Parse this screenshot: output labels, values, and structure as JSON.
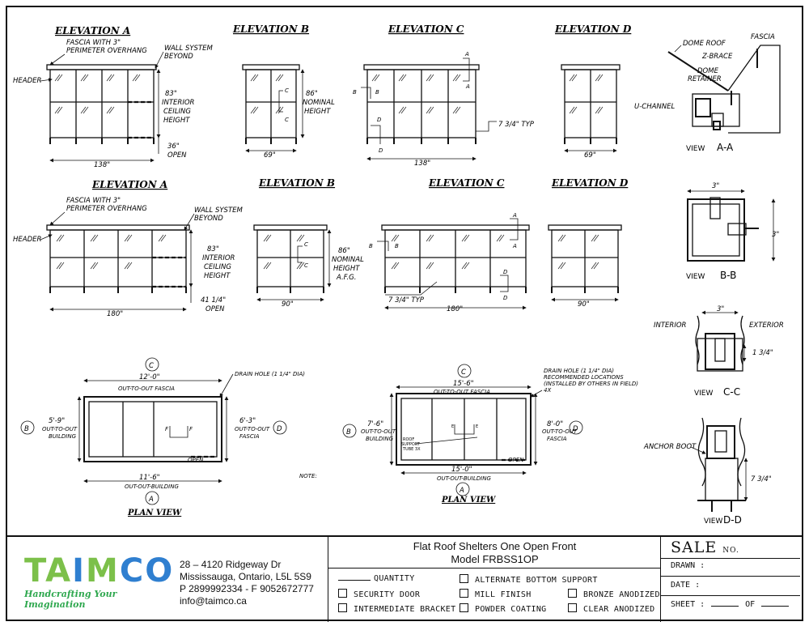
{
  "drawing": {
    "top": {
      "elev_a": {
        "title": "ELEVATION A",
        "fascia": "FASCIA WITH 3\"",
        "overhang": "PERIMETER OVERHANG",
        "wall1": "WALL SYSTEM",
        "wall2": "BEYOND",
        "header": "HEADER",
        "h1": "83\"",
        "h2": "INTERIOR",
        "h3": "CEILING",
        "h4": "HEIGHT",
        "open_dim": "36\"",
        "open": "OPEN",
        "width": "138\""
      },
      "elev_b": {
        "title": "ELEVATION B",
        "n1": "86\"",
        "n2": "NOMINAL",
        "n3": "HEIGHT",
        "c": "C",
        "width": "69\""
      },
      "elev_c": {
        "title": "ELEVATION C",
        "a": "A",
        "b": "B",
        "d": "D",
        "typ": "7 3/4\" TYP",
        "width": "138\""
      },
      "elev_d": {
        "title": "ELEVATION D",
        "width": "69\""
      }
    },
    "bottom": {
      "elev_a": {
        "title": "ELEVATION A",
        "fascia": "FASCIA WITH 3\"",
        "overhang": "PERIMETER OVERHANG",
        "wall1": "WALL SYSTEM",
        "wall2": "BEYOND",
        "header": "HEADER",
        "h1": "83\"",
        "h2": "INTERIOR",
        "h3": "CEILING",
        "h4": "HEIGHT",
        "open_dim": "41 1/4\"",
        "open": "OPEN",
        "width": "180\""
      },
      "elev_b": {
        "title": "ELEVATION B",
        "n1": "86\"",
        "n2": "NOMINAL",
        "n3": "HEIGHT",
        "n4": "A.F.G.",
        "c": "C",
        "width": "90\""
      },
      "elev_c": {
        "title": "ELEVATION C",
        "a": "A",
        "b": "B",
        "d": "D",
        "typ": "7 3/4\" TYP",
        "width": "180\""
      },
      "elev_d": {
        "title": "ELEVATION D",
        "width": "90\""
      }
    },
    "views": {
      "aa": {
        "dome_roof": "DOME ROOF",
        "fascia": "FASCIA",
        "zbrace": "Z-BRACE",
        "dome": "DOME",
        "retainer": "RETAINER",
        "uchannel": "U-CHANNEL",
        "view": "VIEW",
        "label": "A-A"
      },
      "bb": {
        "dim1": "3\"",
        "dim2": "3\"",
        "view": "VIEW",
        "label": "B-B"
      },
      "cc": {
        "dim": "3\"",
        "interior": "INTERIOR",
        "exterior": "EXTERIOR",
        "d2": "1 3/4\"",
        "view": "VIEW",
        "label": "C-C"
      },
      "dd": {
        "anchor": "ANCHOR BOOT",
        "dim": "7 3/4\"",
        "view": "VIEW",
        "label": "D-D"
      }
    },
    "plan1": {
      "c": "C",
      "top1": "12'-0\"",
      "top2": "OUT-TO-OUT FASCIA",
      "drain": "DRAIN HOLE (1 1/4\" DIA)",
      "left1": "5'-9\"",
      "left2": "OUT-TO-OUT",
      "left3": "BUILDING",
      "b": "B",
      "right1": "6'-3\"",
      "right2": "OUT-TO-OUT",
      "right3": "FASCIA",
      "d": "D",
      "f": "F",
      "open": "OPEN",
      "bot1": "11'-6\"",
      "bot2": "OUT-OUT-BUILDING",
      "a": "A",
      "title": "PLAN VIEW",
      "note": "NOTE:"
    },
    "plan2": {
      "c": "C",
      "top1": "15'-6\"",
      "top2": "OUT-TO-OUT FASCIA",
      "drain1": "DRAIN HOLE (1 1/4\" DIA)",
      "drain2": "RECOMMENDED LOCATIONS",
      "drain3": "(INSTALLED BY OTHERS IN FIELD)",
      "drain4": "4X",
      "left1": "7'-6\"",
      "left2": "OUT-TO-OUT",
      "left3": "BUILDING",
      "b": "B",
      "roof1": "ROOF",
      "roof2": "SUPPORT",
      "roof3": "TUBE 3X",
      "right1": "8'-0\"",
      "right2": "OUT-TO-OUT",
      "right3": "FASCIA",
      "d": "D",
      "e": "E",
      "open": "OPEN",
      "bot1": "15'-0\"",
      "bot2": "OUT-OUT-BUILDING",
      "a": "A",
      "title": "PLAN VIEW"
    }
  },
  "title_block": {
    "logo_word": "TAIMCO",
    "logo_tagline": "Handcrafting Your Imagination",
    "address": [
      "28 – 4120 Ridgeway Dr",
      "Mississauga, Ontario, L5L 5S9",
      "P 2899992334 - F 9052672777",
      "info@taimco.ca"
    ],
    "title_line1": "Flat Roof Shelters One Open Front",
    "title_line2": "Model FRBSS1OP",
    "quantity": "QUANTITY",
    "options": {
      "security_door": "SECURITY DOOR",
      "intermediate_bracket": "INTERMEDIATE BRACKET",
      "alternate_bottom_support": "ALTERNATE BOTTOM SUPPORT",
      "mill_finish": "MILL FINISH",
      "powder_coating": "POWDER COATING",
      "bronze_anodized": "BRONZE ANODIZED",
      "clear_anodized": "CLEAR ANODIZED"
    },
    "sale": "SALE",
    "sale_no": "NO.",
    "drawn": "DRAWN :",
    "date": "DATE :",
    "sheet": "SHEET :",
    "of": "OF"
  },
  "colors": {
    "logo_green": "#7cc04a",
    "logo_blue": "#2f7fd0",
    "tagline": "#2fa84f"
  }
}
